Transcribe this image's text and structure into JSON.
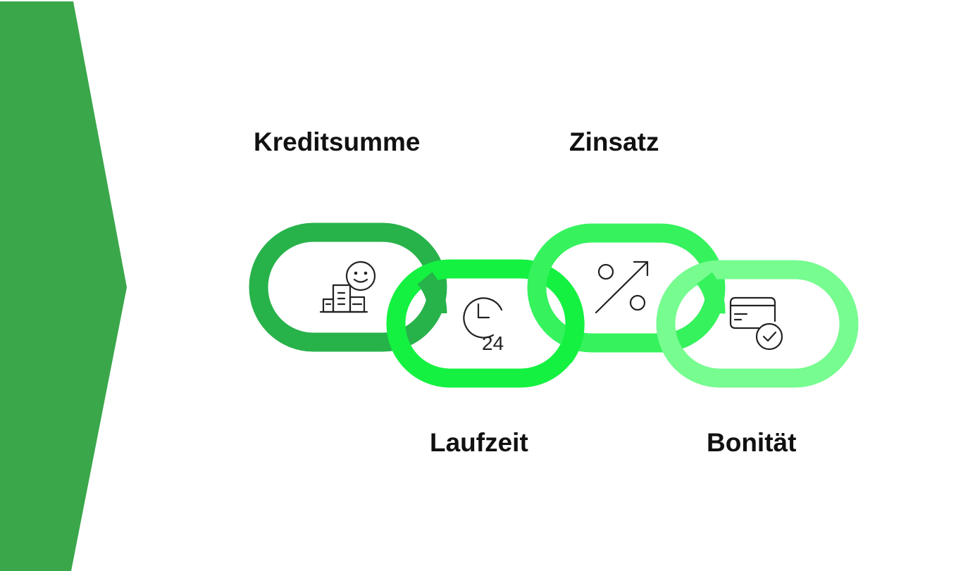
{
  "labels": {
    "kreditsumme": "Kreditsumme",
    "zinsatz": "Zinsatz",
    "laufzeit": "Laufzeit",
    "bonitaet": "Bonität"
  },
  "icons": {
    "laufzeit_number": "24"
  },
  "colors": {
    "arrow": "#3aa74a",
    "link_kreditsumme": "#27b24a",
    "link_laufzeit": "#14f141",
    "link_zinsatz": "#35f25d",
    "link_bonitaet": "#76fc8f",
    "icon_stroke": "#222222"
  }
}
